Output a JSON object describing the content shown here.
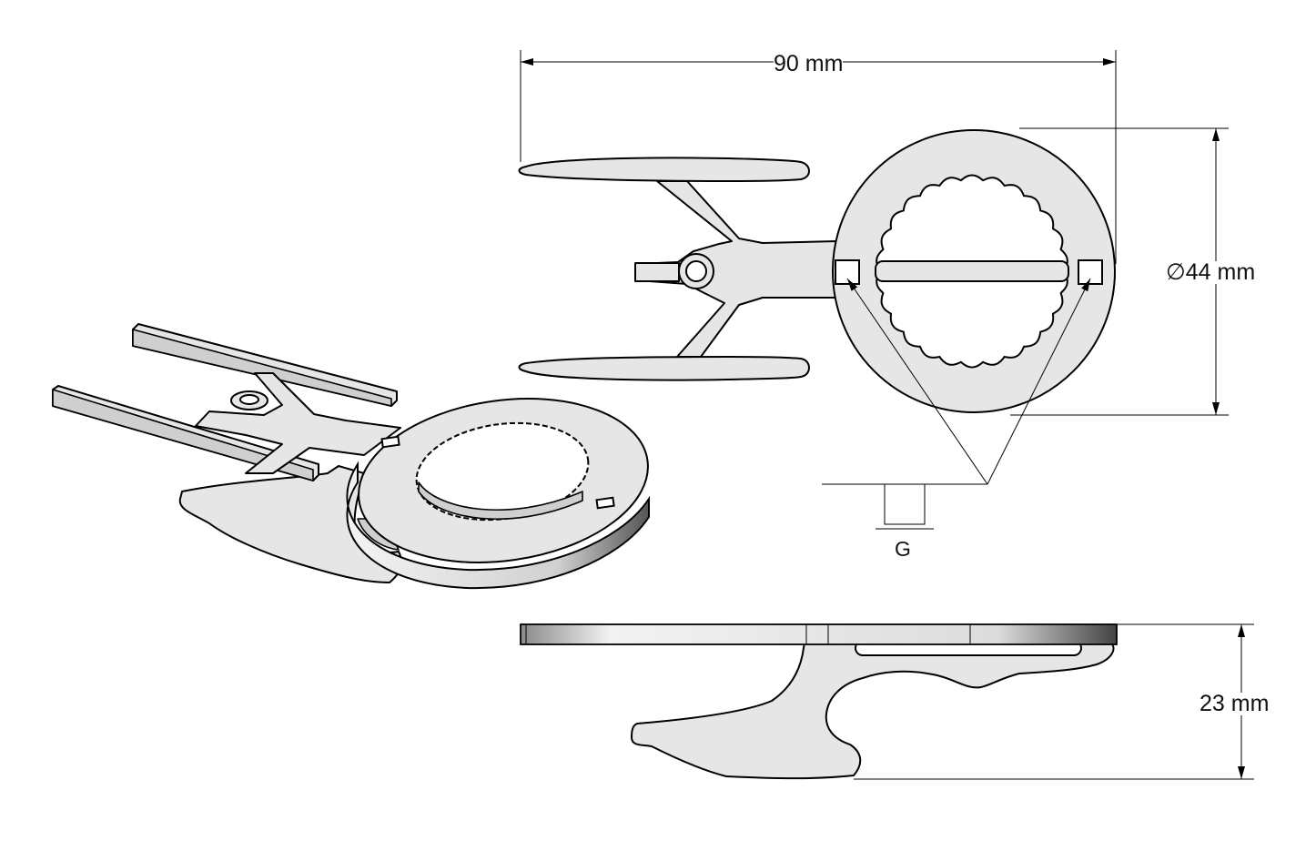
{
  "dimensions": {
    "length": "90 mm",
    "diameter": "44 mm",
    "height": "23 mm"
  },
  "diameter_symbol": "∅",
  "detail_label": "G"
}
